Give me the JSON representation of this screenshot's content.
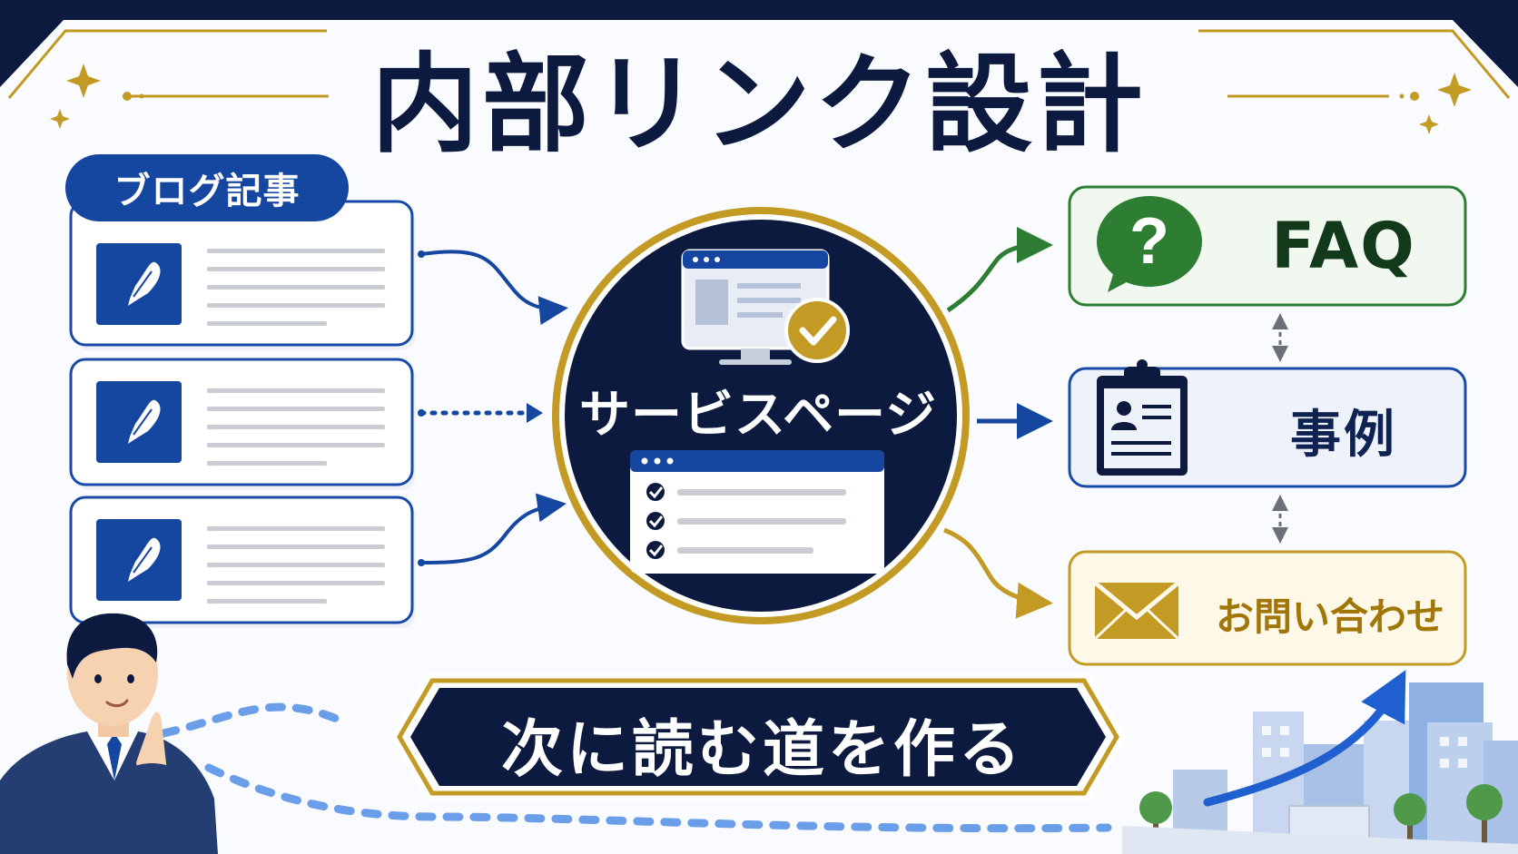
{
  "title": "内部リンク設計",
  "blog_label": "ブログ記事",
  "service_label": "サービスページ",
  "faq_label": "FAQ",
  "case_label": "事例",
  "contact_label": "お問い合わせ",
  "banner_text": "次に読む道を作る",
  "colors": {
    "navy": "#0d1a40",
    "blue": "#1546a0",
    "green": "#2d7d32",
    "gold": "#c39a24"
  },
  "icons": [
    "pen-icon",
    "monitor-icon",
    "check-badge-icon",
    "question-bubble-icon",
    "clipboard-icon",
    "envelope-icon",
    "sparkle-icon",
    "arrow-icon"
  ]
}
